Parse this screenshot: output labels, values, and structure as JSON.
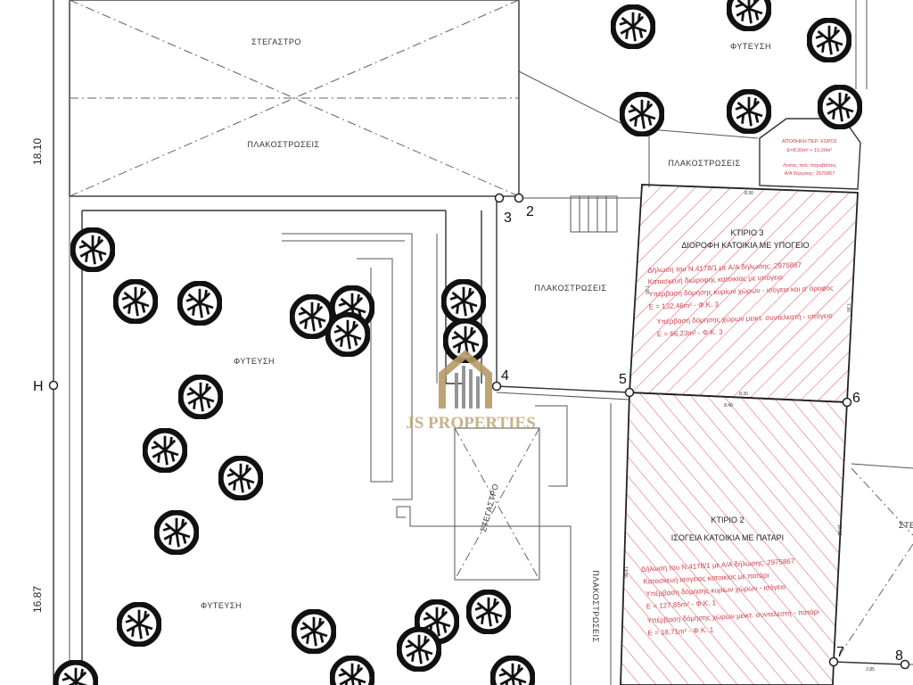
{
  "labels": {
    "canopy_top": "ΣΤΕΓΑΣΤΡΟ",
    "paving_top": "ΠΛΑΚΟΣΤΡΩΣΕΙΣ",
    "planting_top": "ΦΥΤΕΥΣΗ",
    "paving_right": "ΠΛΑΚΟΣΤΡΩΣΕΙΣ",
    "paving_mid": "ΠΛΑΚΟΣΤΡΩΣΕΙΣ",
    "planting_mid": "ΦΥΤΕΥΣΗ",
    "planting_bottom": "ΦΥΤΕΥΣΗ",
    "canopy_mid": "ΣΤΕΓΑΣΤΡΟ",
    "paving_vertical": "ΠΛΑΚΟΣΤΡΩΣΕΙΣ",
    "canopy_right": "ΣΤΕ"
  },
  "storage": {
    "title": "ΑΠΟΘΗΚΗ ΠΕΡ. ΧΩΡΟΣ",
    "area": "Ε=8,50m² + 15,00m²",
    "note1": "Λοιπές πολ. παραβάσεις",
    "note2": "Α/Α δήλωσης: 2975867"
  },
  "building3": {
    "title": "ΚΤΙΡΙΟ 3",
    "subtitle": "ΔΙΟΡΟΦΗ ΚΑΤΟΙΚΙΑ ΜΕ ΥΠΟΓΕΙΟ",
    "lines": [
      "Δήλωση του Ν.4178/1 με Α/Α δήλωσης: 2975867",
      "Κατασκευή διώροφης κατοικίας με υπόγειο",
      "Υπέρβαση δόμησης κυρίων χώρων - ισόγειο και α' όροφος",
      "Ε = 132,46m² - Φ.Κ. 3",
      "Υπέρβαση δόμησης χώρων μεικτ. συντελεστή - υπόγειο",
      "Ε = 66,23m² - Φ.Κ. 3"
    ],
    "dim_top": "8.30",
    "dim_bottom": "8.30",
    "dim_left": "7.90",
    "dim_right": "7.90"
  },
  "building2": {
    "title": "ΚΤΙΡΙΟ 2",
    "subtitle": "ΙΣΟΓΕΙΑ ΚΑΤΟΙΚΙΑ ΜΕ ΠΑΤΑΡΙ",
    "lines": [
      "Δήλωση του Ν.4178/1 με Α/Α δήλωσης: 2975867",
      "Κατασκευή ισογειας κατοικίας με πατάρι",
      "Υπέρβαση δόμησης κυρίων χώρων - ισόγειο",
      "Ε = 127,85m² - Φ.Κ. 1",
      "Υπέρβαση δόμησης χώρων μεικτ. συντελεστή - πατάρι",
      "Ε = 18,71m² - Φ.Κ. 1"
    ],
    "dim_top": "8.40",
    "dim_left": "13.90",
    "dim_right": "10.00",
    "dim_bottom": "2.85"
  },
  "dimensions": {
    "left_top": "18.10",
    "left_bottom": "16.87"
  },
  "points": {
    "p2": "2",
    "p3": "3",
    "p4": "4",
    "p5": "5",
    "p6": "6",
    "p7": "7",
    "p8": "8",
    "h": "Η"
  },
  "watermark": {
    "text": "JS PROPERTIES"
  },
  "colors": {
    "hatch": "#d9414b",
    "line": "#333333",
    "watermark": "#b89a66"
  }
}
